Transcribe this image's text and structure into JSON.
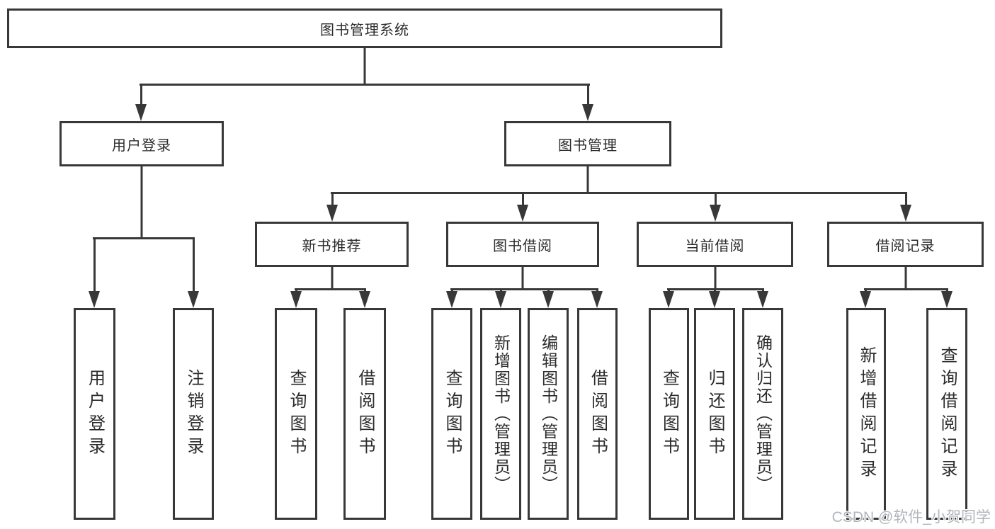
{
  "diagram": {
    "type": "tree",
    "nodes": {
      "root": {
        "label": "图书管理系统"
      },
      "user_login": {
        "label": "用户登录"
      },
      "book_management": {
        "label": "图书管理"
      },
      "new_book_recommend": {
        "label": "新书推荐"
      },
      "book_borrow": {
        "label": "图书借阅"
      },
      "current_borrow": {
        "label": "当前借阅"
      },
      "borrow_record": {
        "label": "借阅记录"
      },
      "leaf_user_login": {
        "label": "用户登录"
      },
      "leaf_logout": {
        "label": "注销登录"
      },
      "nbr_query": {
        "label": "查询图书"
      },
      "nbr_borrow": {
        "label": "借阅图书"
      },
      "bb_query": {
        "label": "查询图书"
      },
      "bb_add": {
        "label": "新增图书（管理员）"
      },
      "bb_edit": {
        "label": "编辑图书（管理员）"
      },
      "bb_borrow": {
        "label": "借阅图书"
      },
      "cb_query": {
        "label": "查询图书"
      },
      "cb_return": {
        "label": "归还图书"
      },
      "cb_confirm": {
        "label": "确认归还（管理员）"
      },
      "br_add": {
        "label": "新增借阅记录"
      },
      "br_query": {
        "label": "查询借阅记录"
      }
    },
    "edges": [
      [
        "root",
        "user_login"
      ],
      [
        "root",
        "book_management"
      ],
      [
        "user_login",
        "leaf_user_login"
      ],
      [
        "user_login",
        "leaf_logout"
      ],
      [
        "book_management",
        "new_book_recommend"
      ],
      [
        "book_management",
        "book_borrow"
      ],
      [
        "book_management",
        "current_borrow"
      ],
      [
        "book_management",
        "borrow_record"
      ],
      [
        "new_book_recommend",
        "nbr_query"
      ],
      [
        "new_book_recommend",
        "nbr_borrow"
      ],
      [
        "book_borrow",
        "bb_query"
      ],
      [
        "book_borrow",
        "bb_add"
      ],
      [
        "book_borrow",
        "bb_edit"
      ],
      [
        "book_borrow",
        "bb_borrow"
      ],
      [
        "current_borrow",
        "cb_query"
      ],
      [
        "current_borrow",
        "cb_return"
      ],
      [
        "current_borrow",
        "cb_confirm"
      ],
      [
        "borrow_record",
        "br_add"
      ],
      [
        "borrow_record",
        "br_query"
      ]
    ]
  },
  "watermark": {
    "text": "CSDN @软件_小贺同学"
  },
  "colors": {
    "line": "#383838",
    "text": "#2b2b2b",
    "background": "#ffffff",
    "watermark": "#b2b6bc"
  }
}
